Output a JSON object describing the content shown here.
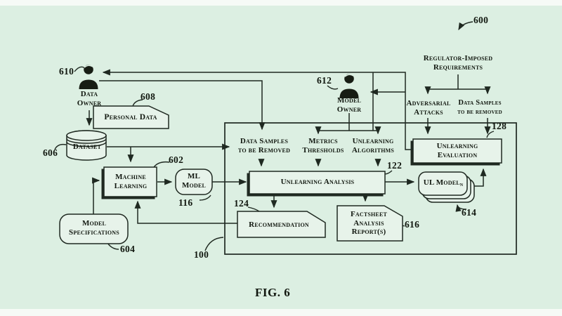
{
  "figure": {
    "caption": "FIG. 6",
    "system_ref": "600"
  },
  "colors": {
    "background": "#dcefe2",
    "box_fill": "#e7f3ea",
    "line": "#1f2921",
    "text": "#11170f",
    "letterbox": "#f6faf6"
  },
  "actors": {
    "data_owner": {
      "ref": "610",
      "line1": "Data",
      "line2": "Owner"
    },
    "model_owner": {
      "ref": "612",
      "line1": "Model",
      "line2": "Owner"
    }
  },
  "outside": {
    "personal_data": {
      "ref": "608",
      "label": "Personal Data"
    },
    "dataset": {
      "ref": "606",
      "label": "Dataset"
    },
    "machine_learning": {
      "ref": "602",
      "line1": "Machine",
      "line2": "Learning"
    },
    "ml_model": {
      "ref": "116",
      "line1": "ML",
      "line2": "Model"
    },
    "model_specifications": {
      "ref": "604",
      "line1": "Model",
      "line2": "Specifications"
    },
    "regulator": {
      "line1": "Regulator-Imposed",
      "line2": "Requirements"
    },
    "adversarial_attacks": {
      "line1": "Adversarial",
      "line2": "Attacks"
    },
    "reg_data_samples": {
      "line1": "Data Samples",
      "line2": "to be removed"
    }
  },
  "system": {
    "ref": "100",
    "data_samples": {
      "line1": "Data Samples",
      "line2": "to be Removed"
    },
    "metrics_thresholds": {
      "line1": "Metrics",
      "line2": "Thresholds"
    },
    "unlearning_algorithms": {
      "line1": "Unlearning",
      "line2": "Algorithms"
    },
    "unlearning_analysis": {
      "ref": "122",
      "label": "Unlearning Analysis"
    },
    "recommendation": {
      "ref": "124",
      "label": "Recommendation"
    },
    "factsheet": {
      "ref": "616",
      "line1": "Factsheet",
      "line2": "Analysis",
      "line3": "Report(s)"
    },
    "unlearning_evaluation": {
      "ref": "128",
      "line1": "Unlearning",
      "line2": "Evaluation"
    },
    "ul_model": {
      "ref": "614",
      "label": "UL Model",
      "subscript": "n"
    }
  }
}
